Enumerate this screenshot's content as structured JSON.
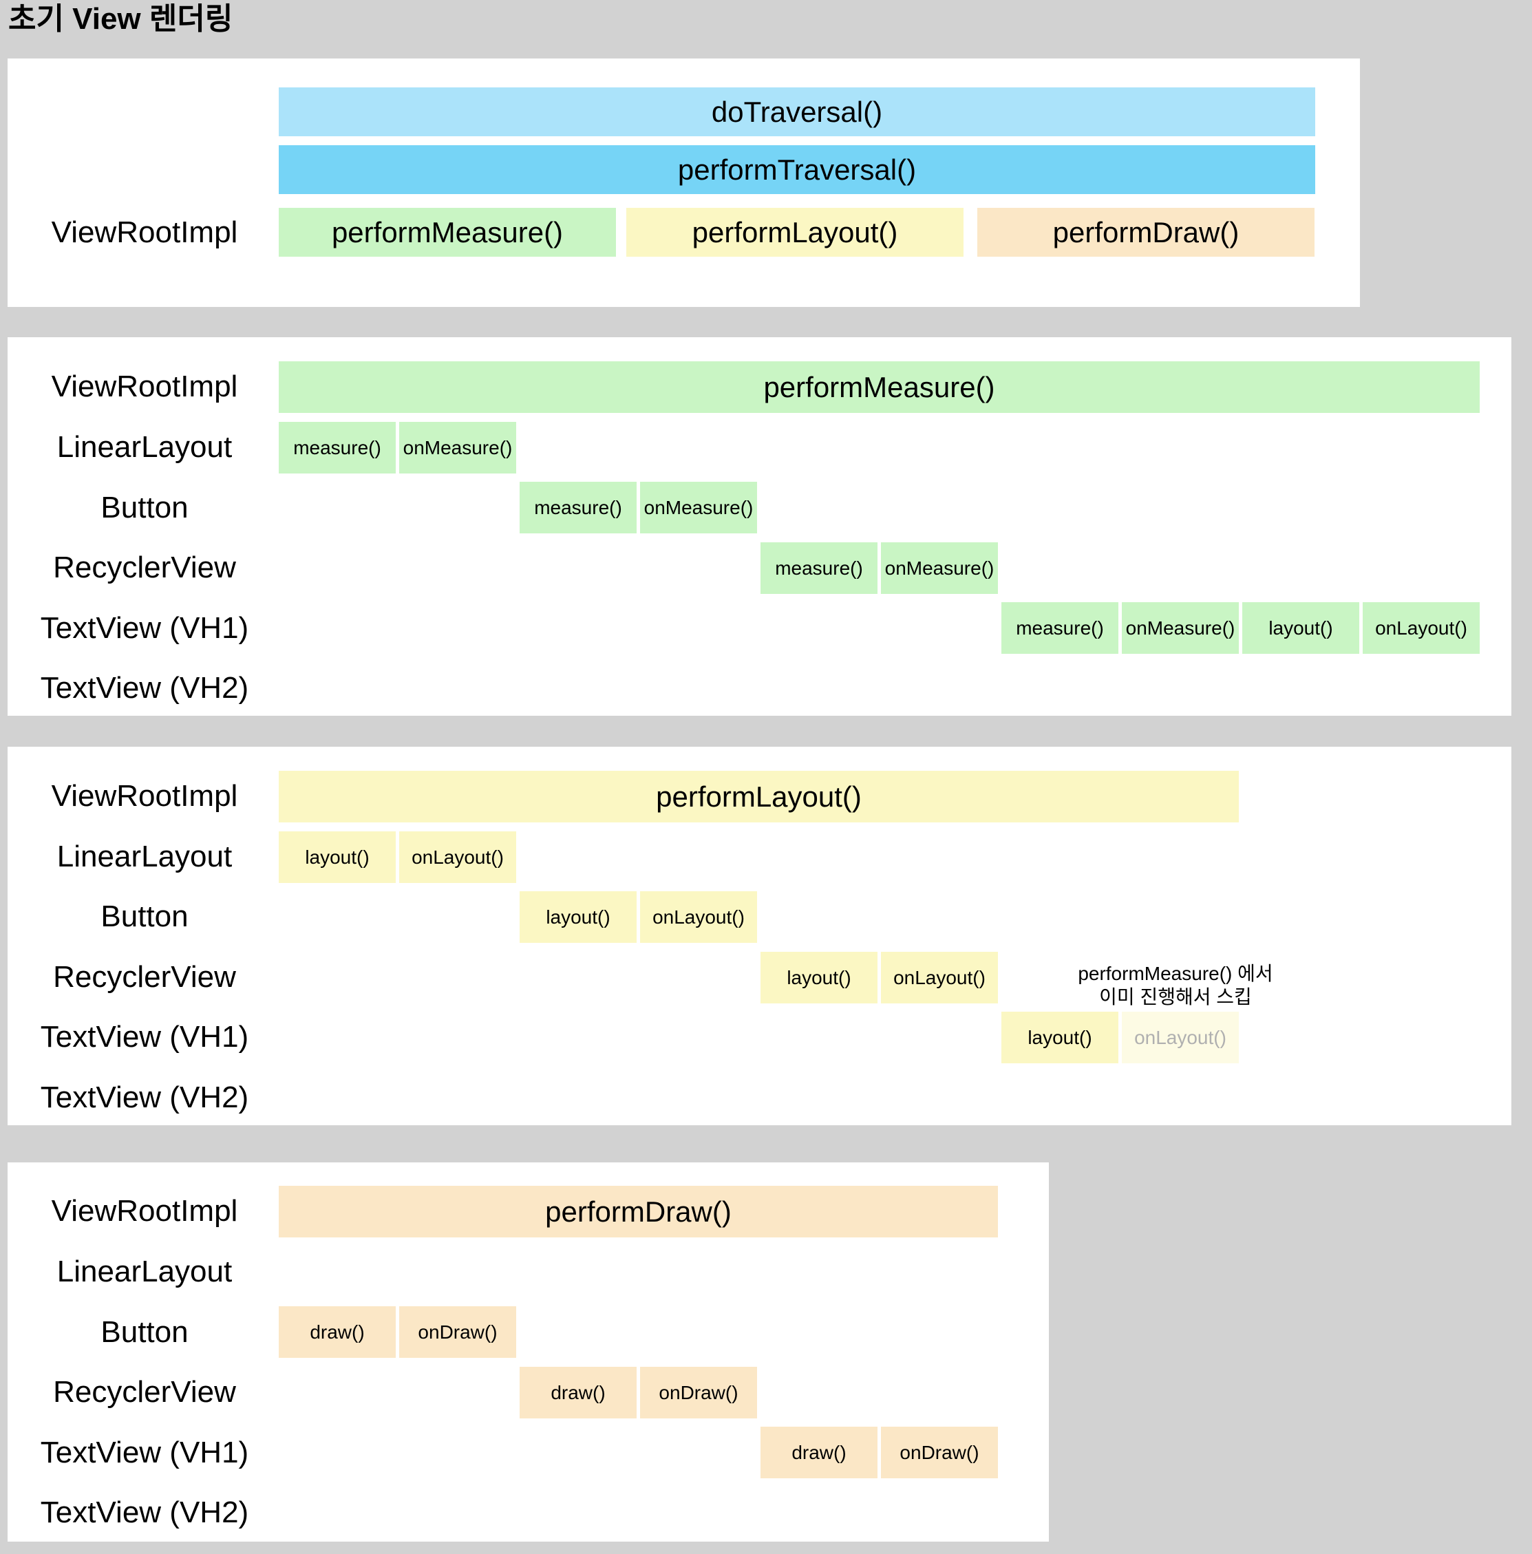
{
  "title": "초기 View 렌더링",
  "colors": {
    "background": "#D2D2D2",
    "panel": "#FFFFFF",
    "blue_light": "#ABE3FA",
    "blue": "#76D4F6",
    "green": "#C9F5C4",
    "yellow": "#FBF7C3",
    "orange": "#FBE7C6",
    "yellow_faded": "#FDFBE4",
    "text": "#000000",
    "text_faded": "#B0B0B0"
  },
  "row_labels": [
    "ViewRootImpl",
    "LinearLayout",
    "Button",
    "RecyclerView",
    "TextView (VH1)",
    "TextView (VH2)"
  ],
  "calls": {
    "doTraversal": "doTraversal()",
    "performTraversal": "performTraversal()",
    "performMeasure": "performMeasure()",
    "performLayout": "performLayout()",
    "performDraw": "performDraw()",
    "measure": "measure()",
    "onMeasure": "onMeasure()",
    "layout": "layout()",
    "onLayout": "onLayout()",
    "draw": "draw()",
    "onDraw": "onDraw()"
  },
  "panel3": {
    "annotation_line1": "performMeasure() 에서",
    "annotation_line2": "이미 진행해서 스킵"
  }
}
